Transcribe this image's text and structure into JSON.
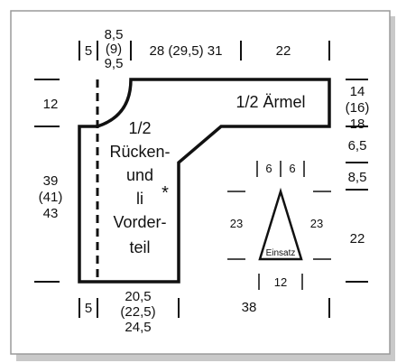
{
  "top": {
    "w1": "5",
    "w2": [
      "8,5",
      "(9)",
      "9,5"
    ],
    "w3": "28 (29,5) 31",
    "w4": "22"
  },
  "left": {
    "h1": "12",
    "h2": [
      "39",
      "(41)",
      "43"
    ]
  },
  "right": {
    "r1": [
      "14",
      "(16)",
      "18"
    ],
    "r2": "6,5",
    "r3": "8,5",
    "r4": "22"
  },
  "bottom": {
    "b1": "5",
    "b2": [
      "20,5",
      "(22,5)",
      "24,5"
    ],
    "b3": "38"
  },
  "labels": {
    "sleeve": "1/2 Ärmel",
    "body": [
      "1/2",
      "Rücken-",
      "und",
      "li",
      "Vorder-",
      "teil"
    ],
    "marker": "*"
  },
  "insert": {
    "top_left": "6",
    "top_right": "6",
    "side_left": "23",
    "side_right": "23",
    "bottom": "12",
    "label": "Einsatz"
  }
}
